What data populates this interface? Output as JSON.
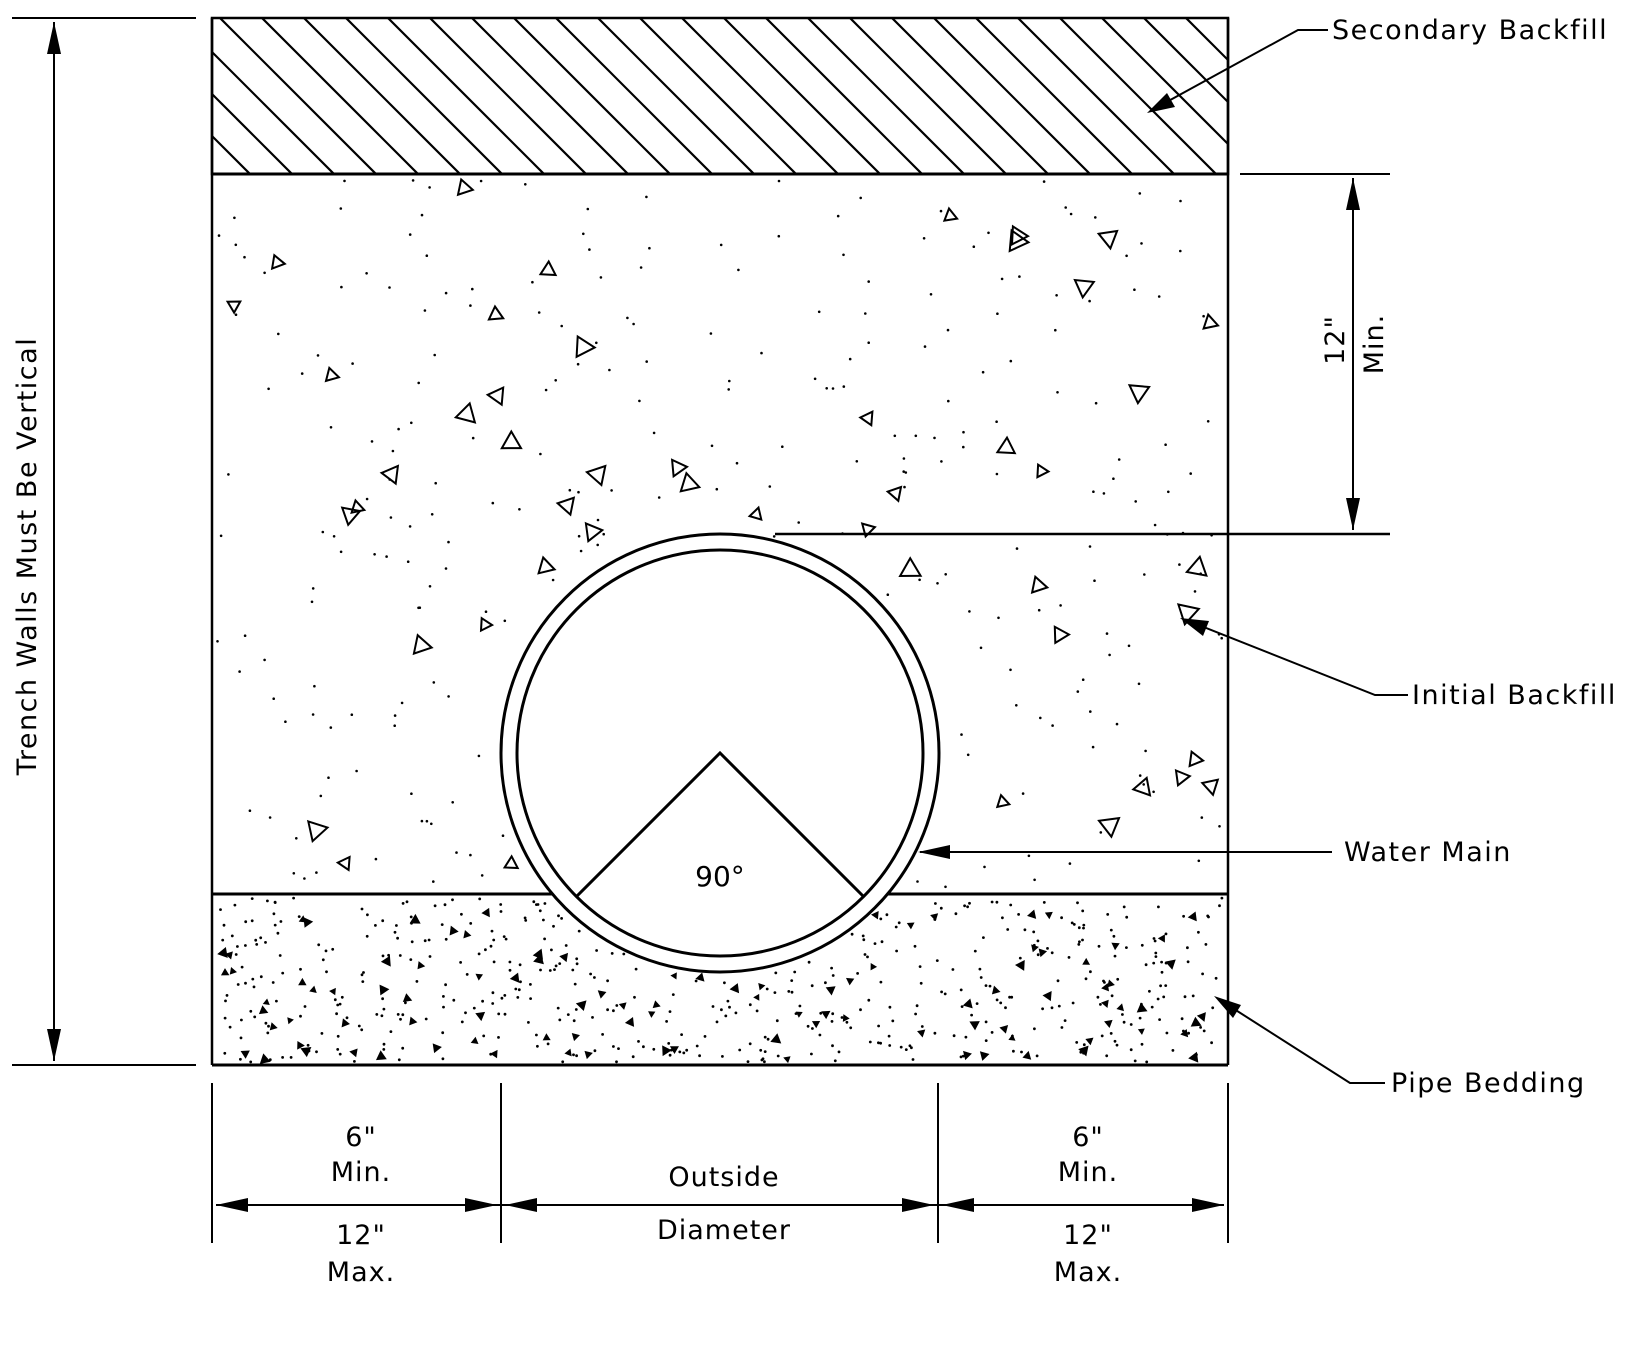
{
  "labels": {
    "secondary_backfill": "Secondary Backfill",
    "initial_backfill": "Initial Backfill",
    "water_main": "Water Main",
    "pipe_bedding": "Pipe Bedding",
    "trench_walls": "Trench Walls Must Be Vertical",
    "cover_value": "12\"",
    "cover_qualifier": "Min.",
    "angle": "90°"
  },
  "dimensions": {
    "left_top_value": "6\"",
    "left_top_qualifier": "Min.",
    "left_bottom_value": "12\"",
    "left_bottom_qualifier": "Max.",
    "center_top": "Outside",
    "center_bottom": "Diameter",
    "right_top_value": "6\"",
    "right_top_qualifier": "Min.",
    "right_bottom_value": "12\"",
    "right_bottom_qualifier": "Max."
  },
  "colors": {
    "line": "#000000",
    "background": "#ffffff"
  }
}
